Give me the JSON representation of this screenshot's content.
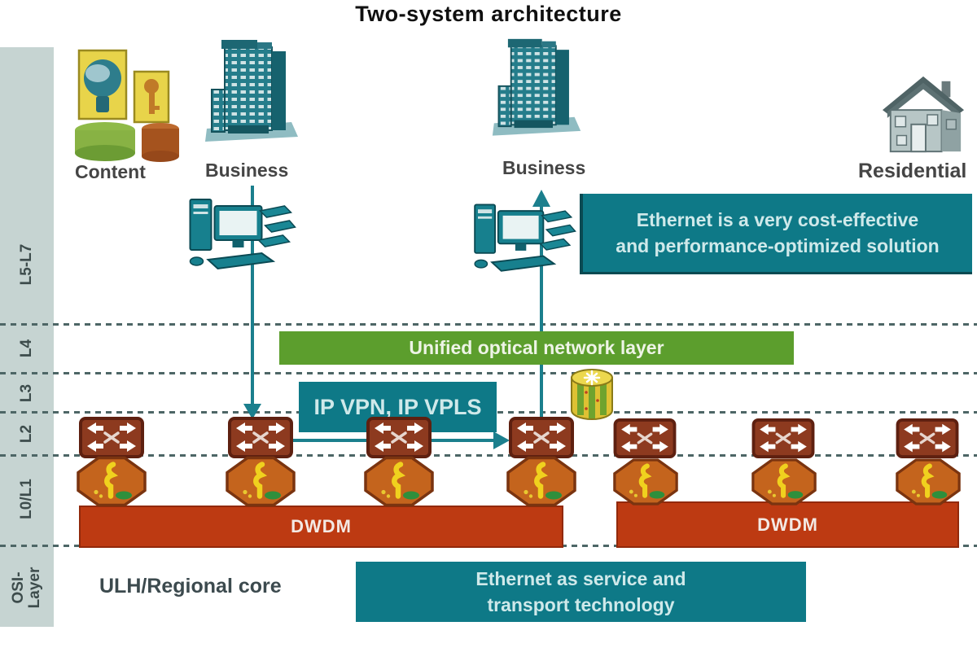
{
  "title": "Two-system architecture",
  "colors": {
    "teal_banner": "#0e7987",
    "green_banner": "#5c9e2d",
    "dwdm_red": "#bd3a12",
    "sidebar_bg": "#c6d4d2",
    "connector_teal": "#1b7f8d",
    "router_maroon": "#8d3a1f",
    "octagon_orange": "#c4641d"
  },
  "sidebar": {
    "items": [
      {
        "label": "L5-L7"
      },
      {
        "label": "L4"
      },
      {
        "label": "L3"
      },
      {
        "label": "L2"
      },
      {
        "label": "L0/L1"
      }
    ],
    "osi": {
      "line1": "OSI-",
      "line2": "Layer"
    }
  },
  "nodes": {
    "content": {
      "label": "Content"
    },
    "business_left": {
      "label": "Business"
    },
    "business_right": {
      "label": "Business"
    },
    "residential": {
      "label": "Residential"
    }
  },
  "banners": {
    "cost": {
      "line1": "Ethernet is a very cost-effective",
      "line2": "and performance-optimized solution"
    },
    "unified": {
      "label": "Unified optical network layer"
    },
    "ipvpn": {
      "label": "IP VPN, IP VPLS"
    },
    "service": {
      "line1": "Ethernet as service and",
      "line2": "transport technology"
    }
  },
  "dwdm": {
    "left_label": "DWDM",
    "right_label": "DWDM"
  },
  "footer": {
    "core_label": "ULH/Regional core"
  },
  "icons": {
    "content": "content-media-stack-icon",
    "business": "office-building-icon",
    "residential": "house-icon",
    "workstation": "workstation-cluster-icon",
    "router": "router-icon",
    "dwdm_node": "dwdm-node-octagon-icon",
    "label_switch": "label-switch-cylinder-icon"
  }
}
